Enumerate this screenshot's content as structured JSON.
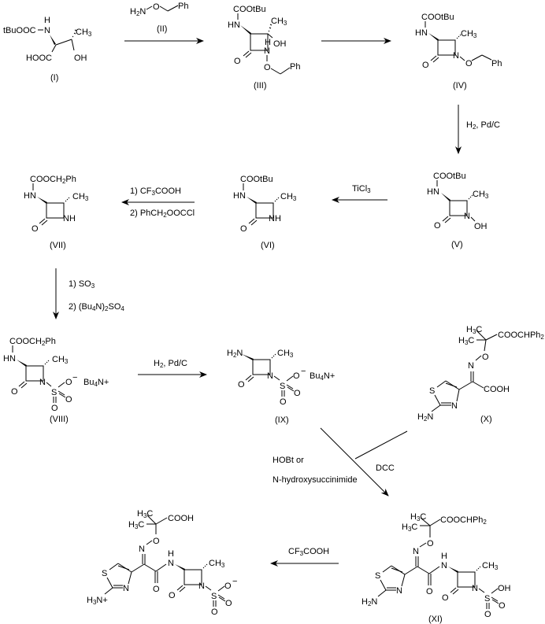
{
  "title": "Synthesis scheme of aztreonam-like monobactam",
  "colors": {
    "ink": "#000000",
    "background": "#ffffff"
  },
  "compounds": {
    "I": {
      "label": "(I)",
      "groups": {
        "boc": "tBuOOC",
        "nh": "N",
        "h": "H",
        "cooh": "HOOC",
        "ch3": "CH",
        "ch3_sub": "3",
        "oh": "OH"
      }
    },
    "II": {
      "label": "(II)",
      "groups": {
        "h2n": "H",
        "h2n_sub": "2",
        "n": "N",
        "o": "O",
        "ph": "Ph"
      }
    },
    "III": {
      "label": "(III)",
      "groups": {
        "boc": "COOtBu",
        "hn": "HN",
        "ch3": "CH",
        "ch3_sub": "3",
        "oh": "OH",
        "h": "H",
        "n": "N",
        "o_ring": "O",
        "o": "O",
        "ph": "Ph"
      }
    },
    "IV": {
      "label": "(IV)",
      "groups": {
        "boc": "COOtBu",
        "hn": "HN",
        "ch3": "CH",
        "ch3_sub": "3",
        "n": "N",
        "o_ring": "O",
        "o": "O",
        "ph": "Ph"
      }
    },
    "V": {
      "label": "(V)",
      "groups": {
        "boc": "COOtBu",
        "hn": "HN",
        "ch3": "CH",
        "ch3_sub": "3",
        "n": "N",
        "o_ring": "O",
        "oh": "OH"
      }
    },
    "VI": {
      "label": "(VI)",
      "groups": {
        "boc": "COOtBu",
        "hn": "HN",
        "ch3": "CH",
        "ch3_sub": "3",
        "nh": "NH",
        "o_ring": "O"
      }
    },
    "VII": {
      "label": "(VII)",
      "groups": {
        "cbz": "COOCH",
        "cbz_sub": "2",
        "cbz_ph": "Ph",
        "hn": "HN",
        "ch3": "CH",
        "ch3_sub": "3",
        "nh": "NH",
        "o_ring": "O"
      }
    },
    "VIII": {
      "label": "(VIII)",
      "groups": {
        "cbz": "COOCH",
        "cbz_sub": "2",
        "cbz_ph": "Ph",
        "hn": "HN",
        "ch3": "CH",
        "ch3_sub": "3",
        "n": "N",
        "o_ring": "O",
        "s": "S",
        "o1": "O",
        "minus": "−",
        "o2": "O",
        "o3": "O",
        "counter": "Bu",
        "counter_sub": "4",
        "counter_tail": "N+"
      }
    },
    "IX": {
      "label": "(IX)",
      "groups": {
        "h2n": "H",
        "h2n_sub": "2",
        "h2n_tail": "N",
        "ch3": "CH",
        "ch3_sub": "3",
        "n": "N",
        "o_ring": "O",
        "s": "S",
        "o1": "O",
        "minus": "−",
        "o2": "O",
        "o3": "O",
        "counter": "Bu",
        "counter_sub": "4",
        "counter_tail": "N+"
      }
    },
    "X": {
      "label": "(X)",
      "groups": {
        "me1": "H",
        "me1_sub": "3",
        "me1_tail": "C",
        "me2": "H",
        "me2_sub": "3",
        "me2_tail": "C",
        "ester": "COOCHPh",
        "ester_sub": "2",
        "o": "O",
        "n": "N",
        "cooh": "COOH",
        "s": "S",
        "n_ring": "N",
        "nh2": "H",
        "nh2_sub": "2",
        "nh2_tail": "N"
      }
    },
    "XI": {
      "label": "(XI)",
      "groups": {
        "me1": "H",
        "me1_sub": "3",
        "me1_tail": "C",
        "me2": "H",
        "me2_sub": "3",
        "me2_tail": "C",
        "ester": "COOCHPh",
        "ester_sub": "2",
        "o": "O",
        "n": "N",
        "h": "H",
        "nh": "N",
        "ch3": "CH",
        "ch3_sub": "3",
        "s": "S",
        "n_ring": "N",
        "nh2": "H",
        "nh2_sub": "2",
        "nh2_tail": "N",
        "o_amide": "O",
        "o_ring": "O",
        "n_ring2": "N",
        "s2": "S",
        "oh": "OH",
        "o2": "O",
        "o3": "O"
      }
    },
    "final": {
      "label": "",
      "groups": {
        "me1": "H",
        "me1_sub": "3",
        "me1_tail": "C",
        "me2": "H",
        "me2_sub": "3",
        "me2_tail": "C",
        "acid": "COOH",
        "o": "O",
        "n": "N",
        "h": "H",
        "nh": "N",
        "ch3": "CH",
        "ch3_sub": "3",
        "s": "S",
        "n_ring": "N",
        "nh3": "H",
        "nh3_sub": "3",
        "nh3_tail": "N+",
        "o_amide": "O",
        "o_ring": "O",
        "n_ring2": "N",
        "s2": "S",
        "o1": "O",
        "minus": "−",
        "o2": "O",
        "o3": "O"
      }
    }
  },
  "reagents": {
    "step_IV_V": {
      "a": "H",
      "a_sub": "2",
      "a_tail": ", Pd/C"
    },
    "step_V_VI": {
      "a": "TiCl",
      "a_sub": "3"
    },
    "step_VI_VII": {
      "line1": "1) CF",
      "line1_sub": "3",
      "line1_tail": "COOH",
      "line2": "2) PhCH",
      "line2_sub": "2",
      "line2_tail": "OOCCl"
    },
    "step_VII_VIII": {
      "line1": "1) SO",
      "line1_sub": "3",
      "line2": "2) (Bu",
      "line2_sub": "4",
      "line2_mid": "N)",
      "line2_sub2": "2",
      "line2_tail": "SO",
      "line2_sub3": "4"
    },
    "step_VIII_IX": {
      "a": "H",
      "a_sub": "2",
      "a_tail": ", Pd/C"
    },
    "step_coupling": {
      "line1": "HOBt or",
      "line2": "N-hydroxysuccinimide",
      "right": "DCC"
    },
    "step_XI_final": {
      "a": "CF",
      "a_sub": "3",
      "a_tail": "COOH"
    }
  }
}
